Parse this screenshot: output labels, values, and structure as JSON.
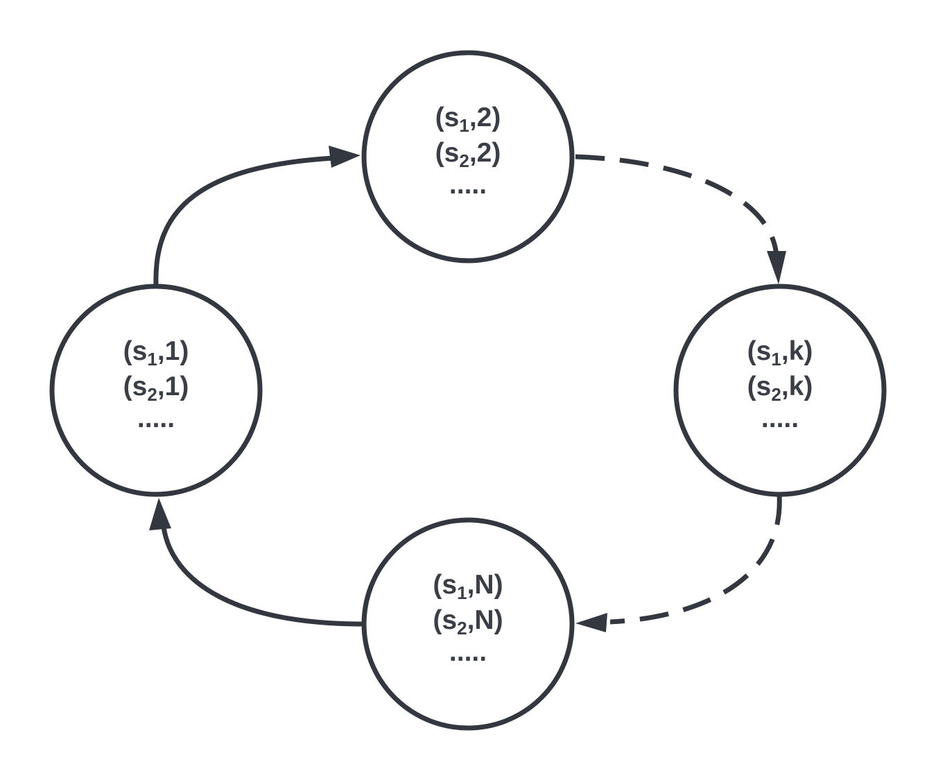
{
  "nodes": [
    {
      "id": "state-1",
      "lines": [
        {
          "open": "(s",
          "sub": "1",
          "close": ",1)"
        },
        {
          "open": "(s",
          "sub": "2",
          "close": ",1)"
        }
      ],
      "ellipsis": "....."
    },
    {
      "id": "state-2",
      "lines": [
        {
          "open": "(s",
          "sub": "1",
          "close": ",2)"
        },
        {
          "open": "(s",
          "sub": "2",
          "close": ",2)"
        }
      ],
      "ellipsis": "....."
    },
    {
      "id": "state-k",
      "lines": [
        {
          "open": "(s",
          "sub": "1",
          "close": ",k)"
        },
        {
          "open": "(s",
          "sub": "2",
          "close": ",k)"
        }
      ],
      "ellipsis": "....."
    },
    {
      "id": "state-n",
      "lines": [
        {
          "open": "(s",
          "sub": "1",
          "close": ",N)"
        },
        {
          "open": "(s",
          "sub": "2",
          "close": ",N)"
        }
      ],
      "ellipsis": "....."
    }
  ],
  "edges": [
    {
      "from": "state-1",
      "to": "state-2",
      "style": "solid"
    },
    {
      "from": "state-2",
      "to": "state-k",
      "style": "dashed"
    },
    {
      "from": "state-k",
      "to": "state-n",
      "style": "dashed"
    },
    {
      "from": "state-n",
      "to": "state-1",
      "style": "solid"
    }
  ],
  "colors": {
    "stroke": "#333840",
    "text": "#3a3f47",
    "background": "#ffffff"
  }
}
